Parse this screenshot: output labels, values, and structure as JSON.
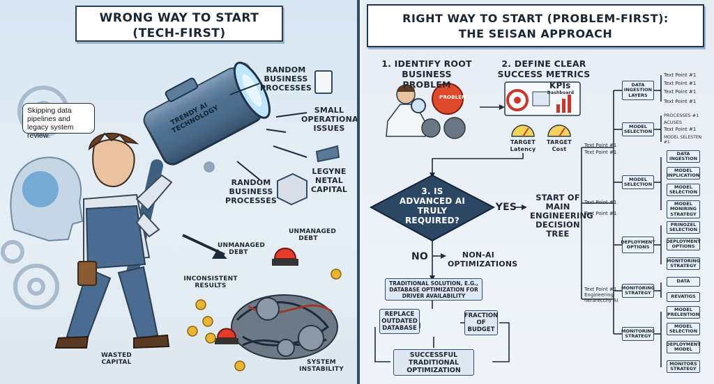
{
  "left": {
    "title_line1": "WRONG WAY TO START",
    "title_line2": "(TECH-FIRST)",
    "bubble": "Skipping data pipelines and legacy system review.",
    "hammer_text": "TRENDY AI TECHNOLOGY",
    "labels": {
      "random_processes_1": "RANDOM BUSINESS PROCESSES",
      "small_issues": "SMALL OPERATIONAL ISSUES",
      "legyne": "LEGYNE NETAL CAPITAL",
      "random_processes_2": "RANDOM BUSINESS PROCESSES",
      "unmanaged_debt_1": "UNMANAGED DEBT",
      "unmanaged_debt_2": "UNMANAGED DEBT",
      "inconsistent": "INCONSISTENT RESULTS",
      "wasted": "WASTED CAPITAL",
      "instability": "SYSTEM INSTABILITY"
    }
  },
  "right": {
    "title_line1": "RIGHT WAY TO START (PROBLEM-FIRST):",
    "title_line2": "THE SEISAN APPROACH",
    "step1": "1. IDENTIFY ROOT BUSINESS PROBLEM",
    "problem_gear": "PROBLEM",
    "step2": "2. DEFINE CLEAR SUCCESS METRICS",
    "kpis": "KPIs",
    "dashboard": "Dashboard",
    "target_latency": "TARGET Latency",
    "target_cost": "TARGET Cost",
    "decision": "3. IS ADVANCED AI TRULY REQUIRED?",
    "yes": "YES",
    "no": "NO",
    "start_tree": "START OF MAIN ENGINEERING DECISION TREE",
    "non_ai": "NON-AI OPTIMIZATIONS",
    "traditional": "TRADITIONAL SOLUTION, E.G., DATABASE OPTIMIZATION FOR DRIVER AVAILABILITY",
    "replace": "REPLACE OUTDATED DATABASE",
    "fraction": "FRACTION OF BUDGET",
    "success": "SUCCESSFUL TRADITIONAL OPTIMIZATION",
    "tree": {
      "tp1": "Text Point #1",
      "tp2": "Text Point #1",
      "tp3": "Text Point #1",
      "tp4": "Text Point #1",
      "tp5_line1": "Text Point #1",
      "tp5_line2": "Engineering",
      "tp5_line3": "herarecchy AI",
      "data_ingestion_layers": "DATA INGESTION LAYERS",
      "model_selection_1": "MODEL SELECTION",
      "model_selection_2": "MODEL SELECTION",
      "deployment_options": "DEPLOYMENT OPTIONS",
      "monitoring_strategy_1": "MONITORING STRATEGY",
      "monitoring_strategy_2": "MONITORING STRATEGY",
      "l1a": "Text Point #1",
      "l1b": "Text Point #1",
      "l1c": "Text Point #1",
      "l1d": "Text Point #1",
      "l2a": "PROCESSES #1",
      "l2b": "ACUSES",
      "l2c": "Text Point #1",
      "l2d": "MODEL SELESTEN #1",
      "l3a": "DATA INGESTION",
      "l3b": "MODEL INPLICATION",
      "l3c": "MODEL SELECTION",
      "l3d": "MODEL MONIRING STRATEGY",
      "l4a": "PRINOZEL SELECTION",
      "l4b": "DEPLOYMENT OPTIONS",
      "l4c": "MONITORING STRATEGY",
      "l5a": "DATA",
      "l5b": "REVATIGS",
      "l6a": "MODEL PRELENTION",
      "l6b": "MODEL SELECTION",
      "l6c": "DEPLOYMENT MODEL",
      "l6d": "MONITORS STRATEGY"
    }
  }
}
